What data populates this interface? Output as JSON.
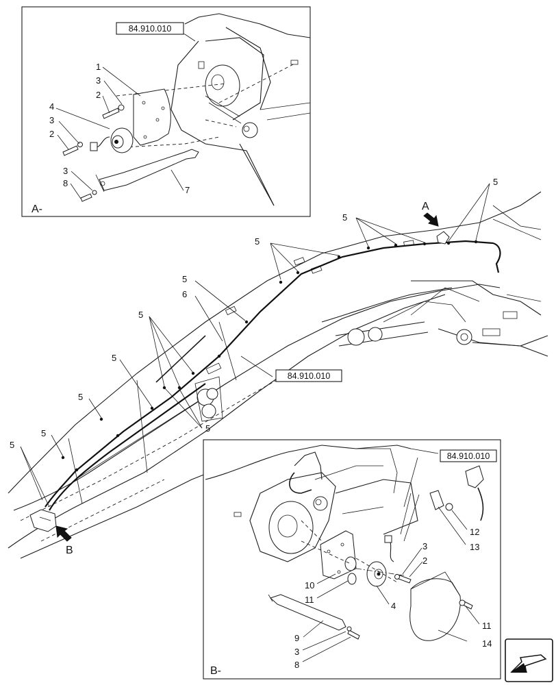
{
  "detail_a": {
    "caption": "A-",
    "reference": "84.910.010",
    "callouts": [
      "1",
      "3",
      "2",
      "4",
      "3",
      "2",
      "3",
      "8",
      "7"
    ]
  },
  "main_view": {
    "reference": "84.910.010",
    "view_markers": [
      "A",
      "B"
    ],
    "callouts": [
      "5",
      "5",
      "5",
      "5",
      "6",
      "5",
      "5",
      "5",
      "5",
      "5",
      "5"
    ]
  },
  "detail_b": {
    "caption": "B-",
    "reference": "84.910.010",
    "callouts": [
      "3",
      "2",
      "12",
      "13",
      "10",
      "11",
      "4",
      "11",
      "9",
      "3",
      "8",
      "14"
    ]
  },
  "nav_icon": "return-arrow-icon"
}
